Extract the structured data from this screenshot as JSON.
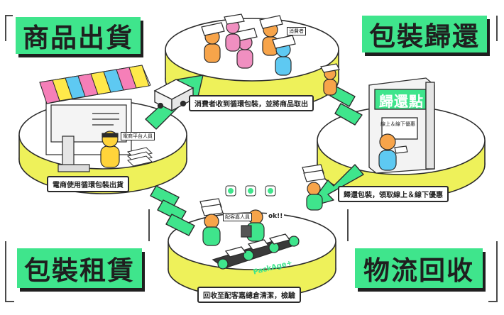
{
  "stages": {
    "top_left": "商品出貨",
    "top_right": "包裝歸還",
    "bottom_left": "包裝租賃",
    "bottom_right": "物流回收"
  },
  "captions": {
    "top": "消費者收到循環包裝，並將商品取出",
    "left": "電商使用循環包裝出貨",
    "right": "歸還包裝，領取線上＆線下優惠",
    "bottom": "回收至配客嘉總倉清潔，檢驗"
  },
  "tags": {
    "consumer": "消費者",
    "merchant": "電商平台人員",
    "courier": "配客嘉人員",
    "offer": "線上＆線下優惠",
    "ok": "ok!!"
  },
  "kiosk_sign": "歸還點",
  "brand": "PackAge+",
  "colors": {
    "accent_green": "#3fe58c",
    "dark": "#2b2b2b",
    "platform_yellow": "#eef15a"
  }
}
